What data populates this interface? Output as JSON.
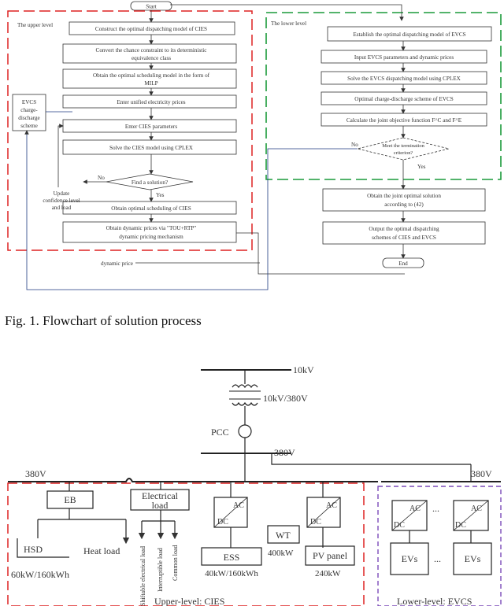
{
  "flowchart": {
    "start": "Start",
    "end": "End",
    "upper_title": "The upper level",
    "lower_title": "The lower level",
    "upper_steps": [
      "Construct the optimal dispatching model of CIES",
      "Convert the chance constraint to its deterministic",
      "equivalence class",
      "Obtain the optimal scheduling model in the form of",
      "MILP",
      "Enter unified electricity prices",
      "Enter CIES parameters",
      "Solve the CIES model using CPLEX",
      "Find a solution?",
      "Obtain optimal scheduling of CIES",
      "Obtain dynamic prices via \"TOU+RTP\"",
      "dynamic pricing mechanism"
    ],
    "update_box": [
      "Update",
      "confidence level",
      "and load"
    ],
    "evcs_box": [
      "EVCS",
      "charge-",
      "discharge",
      "scheme"
    ],
    "no_label": "No",
    "yes_label": "Yes",
    "dynamic_price": "dynamic price",
    "lower_steps": [
      "Establish the optimal dispatching model of EVCS",
      "Input EVCS parameters and dynamic prices",
      "Solve the EVCS dispatching model using CPLEX",
      "Optimal charge-discharge scheme of EVCS",
      "Calculate the joint objective function F^C and F^E",
      "Meet the termination",
      "criterion?"
    ],
    "after_steps": [
      "Obtain the joint optimal solution",
      "according to (42)",
      "Output the optimal dispatching",
      "schemes of CIES and EVCS"
    ]
  },
  "caption": "Fig. 1.  Flowchart of solution process",
  "circuit": {
    "v_top": "10kV",
    "transformer": "10kV/380V",
    "pcc": "PCC",
    "bus_mid": "380V",
    "bus_left": "380V",
    "bus_right": "380V",
    "eb": "EB",
    "hsd": "HSD",
    "hsd_rating": "60kW/160kWh",
    "heat_load": "Heat load",
    "elec_load": [
      "Electrical",
      "load"
    ],
    "loads": [
      "Shiftable electrical load",
      "Interruptible load",
      "Common load"
    ],
    "ac": "AC",
    "dc": "DC",
    "ess": "ESS",
    "ess_rating": "40kW/160kWh",
    "wt": "WT",
    "wt_rating": "400kW",
    "pv": "PV panel",
    "pv_rating": "240kW",
    "evs": "EVs",
    "dots": "...",
    "upper_label": "Upper-level: CIES",
    "lower_label": "Lower-level: EVCS"
  }
}
